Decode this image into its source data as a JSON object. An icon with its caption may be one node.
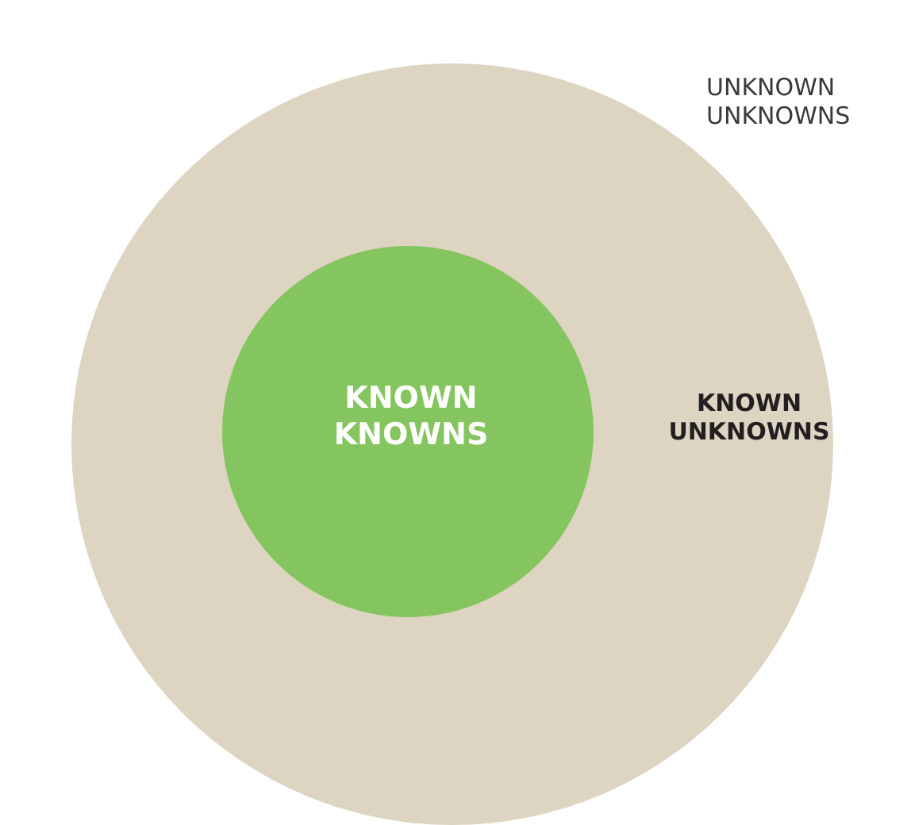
{
  "diagram": {
    "nodes": [
      {
        "text": [
          "KNOWN UNKNOWNS"
        ]
      },
      {
        "text": [
          "KNOWN KNOWNS"
        ],
        "in": 0
      }
    ],
    "labels": [
      "UNKNOWN UNKNOWNS"
    ]
  }
}
